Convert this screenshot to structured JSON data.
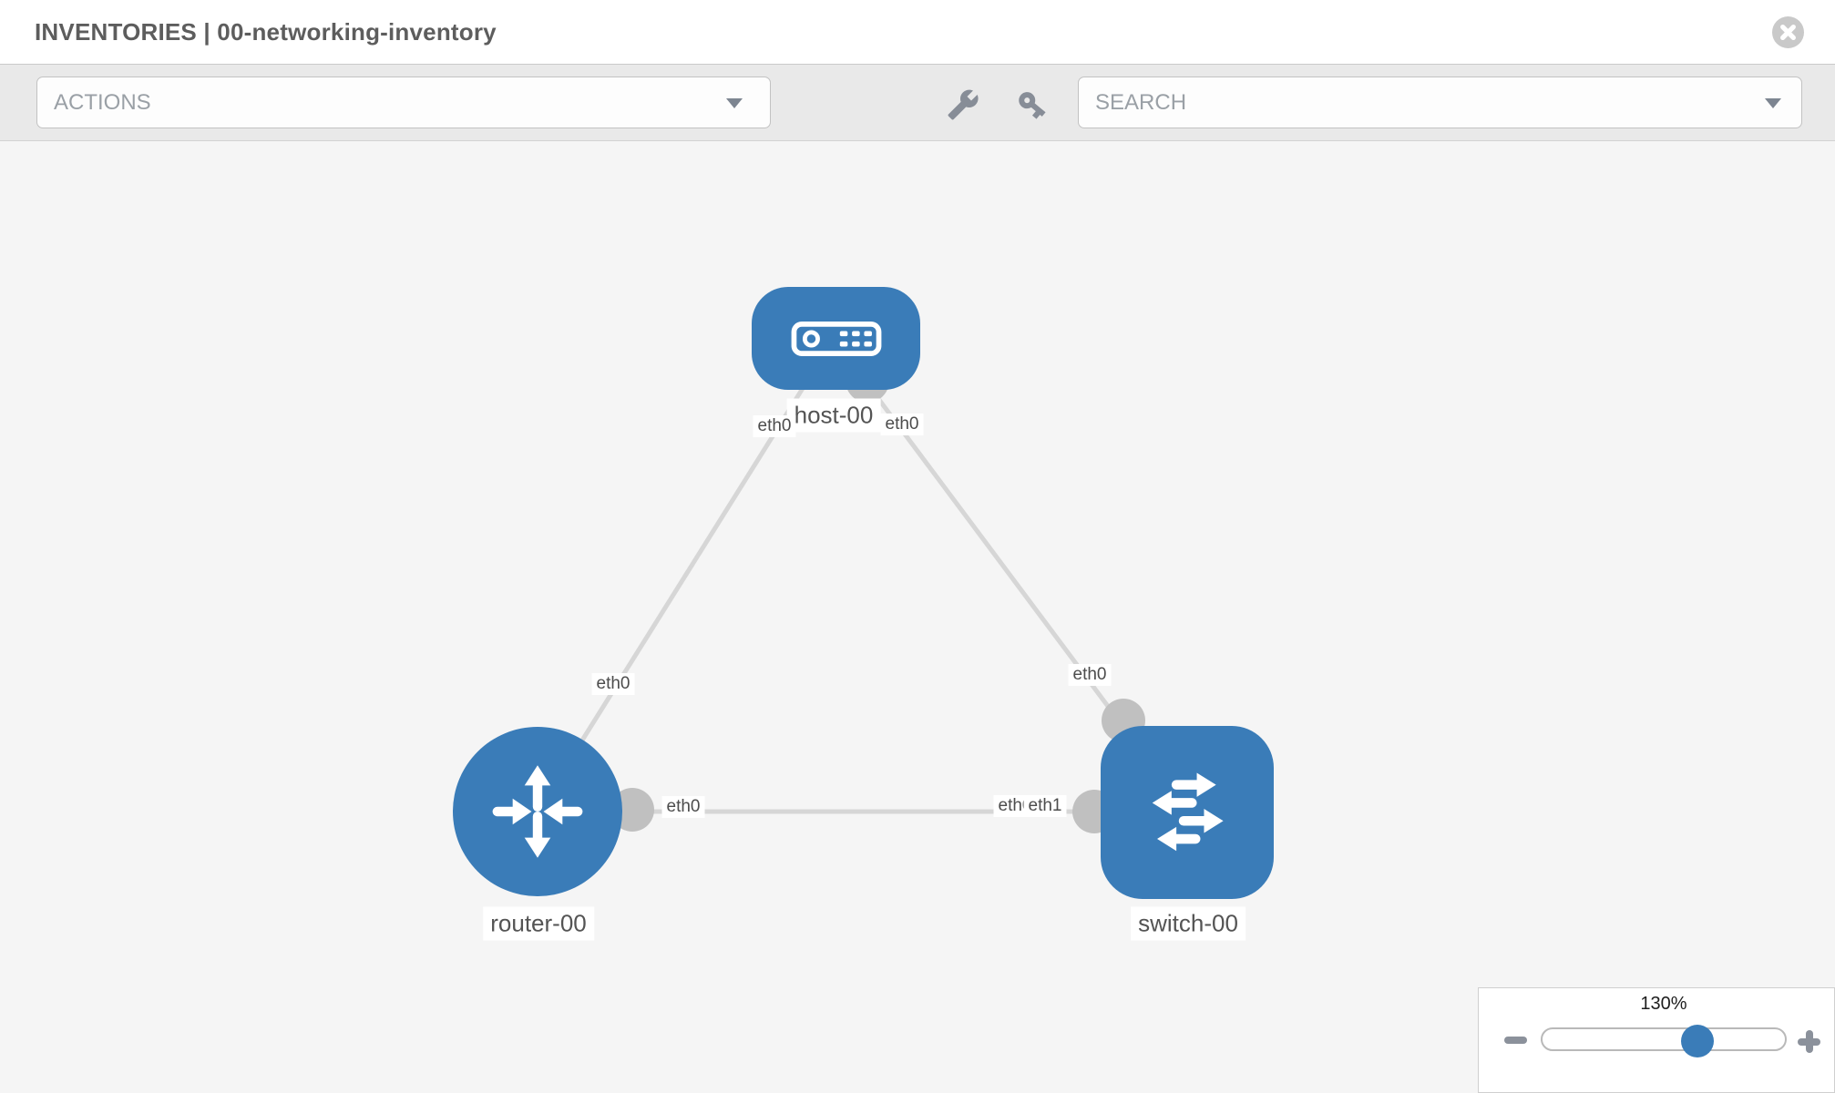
{
  "header": {
    "title": "INVENTORIES | 00-networking-inventory"
  },
  "toolbar": {
    "actions_label": "ACTIONS",
    "search_placeholder": "SEARCH",
    "icons": [
      "wrench-icon",
      "key-icon"
    ]
  },
  "topology": {
    "nodes": [
      {
        "id": "host-00",
        "type": "host",
        "label": "host-00"
      },
      {
        "id": "router-00",
        "type": "router",
        "label": "router-00"
      },
      {
        "id": "switch-00",
        "type": "switch",
        "label": "switch-00"
      }
    ],
    "links": [
      {
        "from": "router-00",
        "to": "host-00",
        "from_interface": "eth0",
        "to_interface": "eth0"
      },
      {
        "from": "host-00",
        "to": "switch-00",
        "from_interface": "eth0",
        "to_interface": "eth0"
      },
      {
        "from": "router-00",
        "to": "switch-00",
        "from_interface": "eth0",
        "to_interface": "eth1"
      }
    ],
    "port_labels": [
      {
        "text": "eth0"
      },
      {
        "text": "eth0"
      },
      {
        "text": "eth0"
      },
      {
        "text": "eth0"
      },
      {
        "text": "eth0"
      },
      {
        "text": "eth0"
      },
      {
        "text": "eth1"
      }
    ],
    "colors": {
      "node_blue": "#3a7cb8",
      "edge_gray": "#d6d6d6",
      "port_gray": "#c0c0c0"
    }
  },
  "zoom_control": {
    "level": "130%"
  }
}
